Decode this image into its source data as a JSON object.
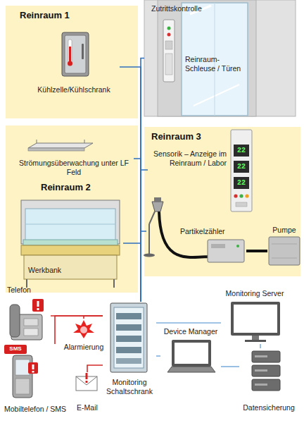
{
  "diagram": {
    "nodes": [
      {
        "text": [
          "Reinraum 1"
        ]
      },
      {
        "text": [
          "Kühlzelle/Kühlschrank"
        ],
        "in": 0
      },
      {
        "text": [
          "Zutrittskontrolle",
          "Reinraum- Schleuse / Türen"
        ]
      },
      {
        "text": [
          "Reinraum 2"
        ]
      },
      {
        "text": [
          "Strömungsüberwachung unter LF Feld"
        ],
        "in": 3
      },
      {
        "text": [
          "Werkbank"
        ],
        "in": 3
      },
      {
        "text": [
          "Reinraum 3"
        ]
      },
      {
        "text": [
          "Sensorik – Anzeige im Reinraum / Labor"
        ],
        "in": 6
      },
      {
        "text": [
          "Partikelzähler"
        ],
        "in": 6
      },
      {
        "text": [
          "Pumpe"
        ],
        "in": 6
      },
      {
        "text": [
          "Monitoring Schaltschrank"
        ]
      },
      {
        "text": [
          "Telefon"
        ]
      },
      {
        "text": [
          "Mobiltelefon / SMS"
        ]
      },
      {
        "text": [
          "Alarmierung"
        ]
      },
      {
        "text": [
          "E-Mail"
        ]
      },
      {
        "text": [
          "Device Manager"
        ]
      },
      {
        "text": [
          "Monitoring Server"
        ]
      },
      {
        "text": [
          "Datensicherung"
        ]
      }
    ],
    "edges": [
      {
        "from": 1,
        "to": 10,
        "arrow": "none"
      },
      {
        "from": 2,
        "to": 10,
        "arrow": "none"
      },
      {
        "from": 4,
        "to": 10,
        "arrow": "none"
      },
      {
        "from": 5,
        "to": 10,
        "arrow": "none"
      },
      {
        "from": 7,
        "to": 10,
        "arrow": "none"
      },
      {
        "from": 8,
        "to": 10,
        "arrow": "none"
      },
      {
        "from": 8,
        "to": 9,
        "arrow": "none"
      },
      {
        "from": 10,
        "to": 11,
        "arrow": "none"
      },
      {
        "from": 10,
        "to": 12,
        "arrow": "none"
      },
      {
        "from": 10,
        "to": 13,
        "arrow": "none"
      },
      {
        "from": 10,
        "to": 14,
        "arrow": "none"
      },
      {
        "from": 10,
        "to": 16,
        "arrow": "none"
      },
      {
        "from": 10,
        "to": 15,
        "arrow": "none"
      },
      {
        "from": 15,
        "to": 17,
        "arrow": "none"
      },
      {
        "from": 16,
        "to": 17,
        "arrow": "none"
      }
    ],
    "labels": [
      "22",
      "22",
      "22",
      "SMS"
    ]
  }
}
